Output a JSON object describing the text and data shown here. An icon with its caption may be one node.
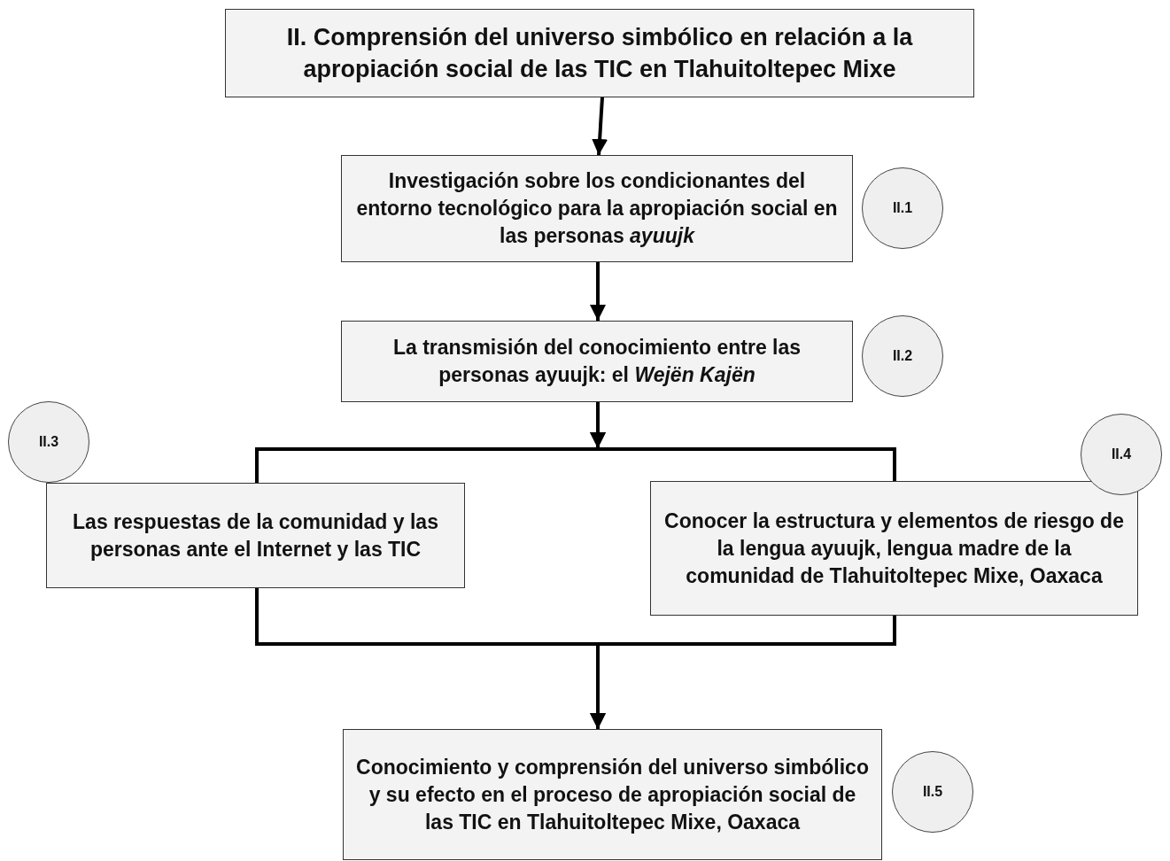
{
  "diagram": {
    "nodes": [
      {
        "text": [
          "II. Comprensión del universo simbólico en relación a la apropiación social de las TIC en Tlahuitoltepec Mixe"
        ]
      },
      {
        "text": [
          "Investigación sobre los condicionantes del entorno tecnológico para  la apropiación social en las personas *ayuujk*"
        ]
      },
      {
        "text": [
          "II.1"
        ]
      },
      {
        "text": [
          "La transmisión del conocimiento entre las personas ayuujk: el *Wejën Kajën*"
        ]
      },
      {
        "text": [
          "II.2"
        ]
      },
      {
        "text": [
          "II.3"
        ]
      },
      {
        "text": [
          "Las respuestas de la comunidad y las personas ante el Internet y las TIC"
        ]
      },
      {
        "text": [
          "Conocer la estructura y elementos de riesgo de la lengua ayuujk, lengua madre de la comunidad de Tlahuitoltepec Mixe, Oaxaca"
        ]
      },
      {
        "text": [
          "II.4"
        ]
      },
      {
        "text": [
          "Conocimiento y comprensión del universo simbólico y su efecto en el proceso de apropiación social de las TIC en Tlahuitoltepec Mixe, Oaxaca"
        ]
      },
      {
        "text": [
          "II.5"
        ]
      }
    ],
    "edges": [
      {
        "from": 0,
        "to": 1,
        "arrow": "to"
      },
      {
        "from": 1,
        "to": 3,
        "arrow": "to"
      },
      {
        "from": 3,
        "to": 6,
        "arrow": "to"
      },
      {
        "from": 3,
        "to": 7,
        "arrow": "to"
      },
      {
        "from": 6,
        "to": 9,
        "arrow": "to"
      },
      {
        "from": 7,
        "to": 9,
        "arrow": "to"
      }
    ]
  }
}
